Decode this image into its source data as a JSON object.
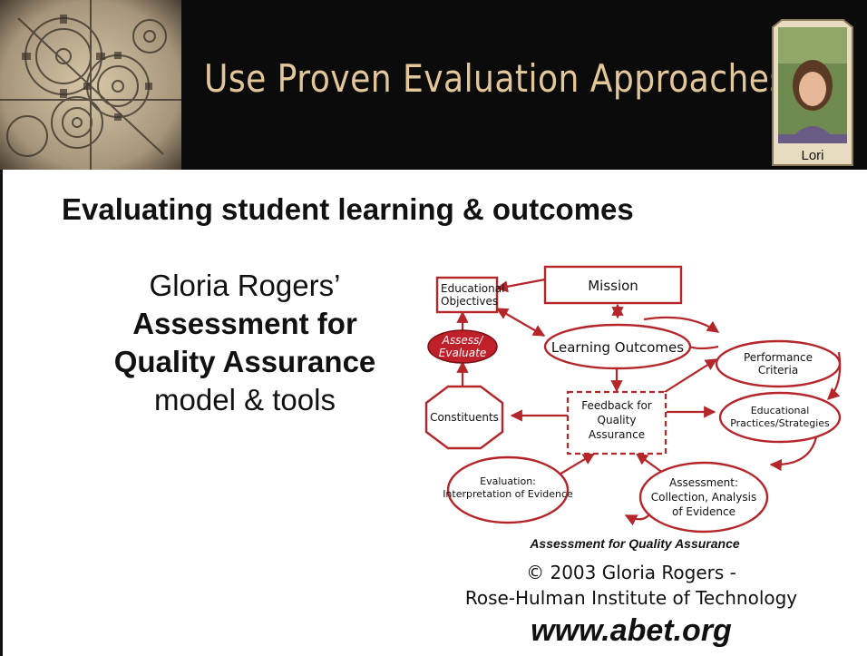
{
  "header": {
    "title": "Use Proven Evaluation Approaches",
    "presenter_caption": "Lori"
  },
  "heading": "Evaluating student learning & outcomes",
  "model_text": {
    "line1": "Gloria Rogers’",
    "line2": "Assessment for",
    "line3": "Quality Assurance",
    "line4": "model & tools"
  },
  "diagram": {
    "mission": "Mission",
    "educational_objectives": [
      "Educational",
      "Objectives"
    ],
    "assess_evaluate": [
      "Assess/",
      "Evaluate"
    ],
    "learning_outcomes": "Learning Outcomes",
    "performance_criteria": [
      "Performance",
      "Criteria"
    ],
    "constituents": "Constituents",
    "feedback": [
      "Feedback for",
      "Quality",
      "Assurance"
    ],
    "educational_practices": [
      "Educational",
      "Practices/Strategies"
    ],
    "evaluation": [
      "Evaluation:",
      "Interpretation of Evidence"
    ],
    "assessment": [
      "Assessment:",
      "Collection, Analysis",
      "of Evidence"
    ],
    "caption": "Assessment for Quality Assurance"
  },
  "copyright": {
    "line1": "© 2003 Gloria Rogers -",
    "line2": "Rose-Hulman Institute of Technology"
  },
  "url": "www.abet.org",
  "colors": {
    "header_bg": "#0b0b0b",
    "title_color": "#e3c79a",
    "diagram_red": "#b5262b",
    "assess_fill": "#c0202a"
  }
}
